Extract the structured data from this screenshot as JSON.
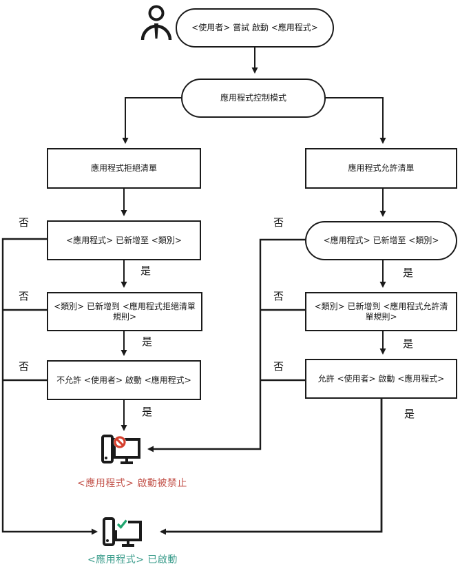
{
  "diagram": {
    "title_hint": "Application Control operation flowchart",
    "start_event": "<使用者> 嘗試 啟動 <應用程式>",
    "mode": "應用程式控制模式",
    "denylist": {
      "title": "應用程式拒絕清單",
      "step1": "<應用程式> 已新增至 <類別>",
      "step2": "<類別> 已新增到 <應用程式拒絕清單規則>",
      "step3": "不允許 <使用者> 啟動 <應用程式>"
    },
    "allowlist": {
      "title": "應用程式允許清單",
      "step1": "<應用程式> 已新增至 <類別>",
      "step2": "<類別> 已新增到 <應用程式允許清單規則>",
      "step3": "允許 <使用者> 啟動 <應用程式>"
    },
    "labels": {
      "yes": "是",
      "no": "否"
    },
    "outcomes": {
      "blocked": "<應用程式> 啟動被禁止",
      "started": "<應用程式> 已啟動"
    },
    "colors": {
      "line": "#1a1a1a",
      "blocked_text": "#c4564e",
      "blocked_badge": "#d6402e",
      "started_text": "#3a9c8b",
      "started_badge": "#1fa56e"
    }
  }
}
